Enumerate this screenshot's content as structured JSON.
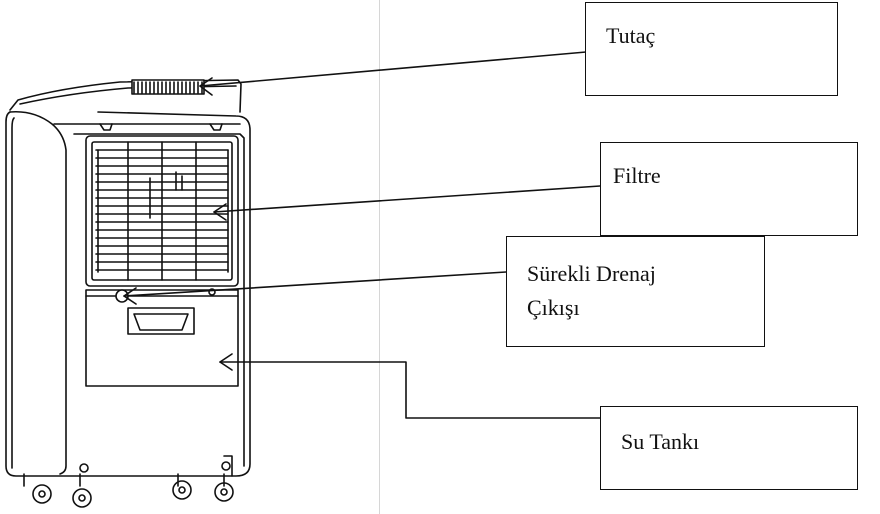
{
  "diagram": {
    "labels": {
      "handle": "Tutaç",
      "filter": "Filtre",
      "drain": "Sürekli Drenaj\nÇıkışı",
      "tank": "Su Tankı"
    },
    "line_color": "#111111"
  }
}
